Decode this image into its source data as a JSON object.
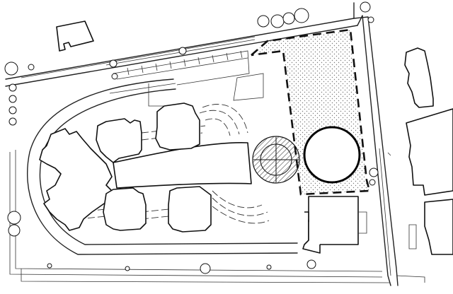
{
  "plan": {
    "line_color": "#222222",
    "background_color": "#ffffff",
    "stipple_color": "#7a7a7a",
    "hatch_color": "#444444"
  },
  "icons": {
    "tree": "tree-icon",
    "building": "building-outline",
    "tank": "circular-tank",
    "dashed_boundary": "dashed-boundary"
  }
}
